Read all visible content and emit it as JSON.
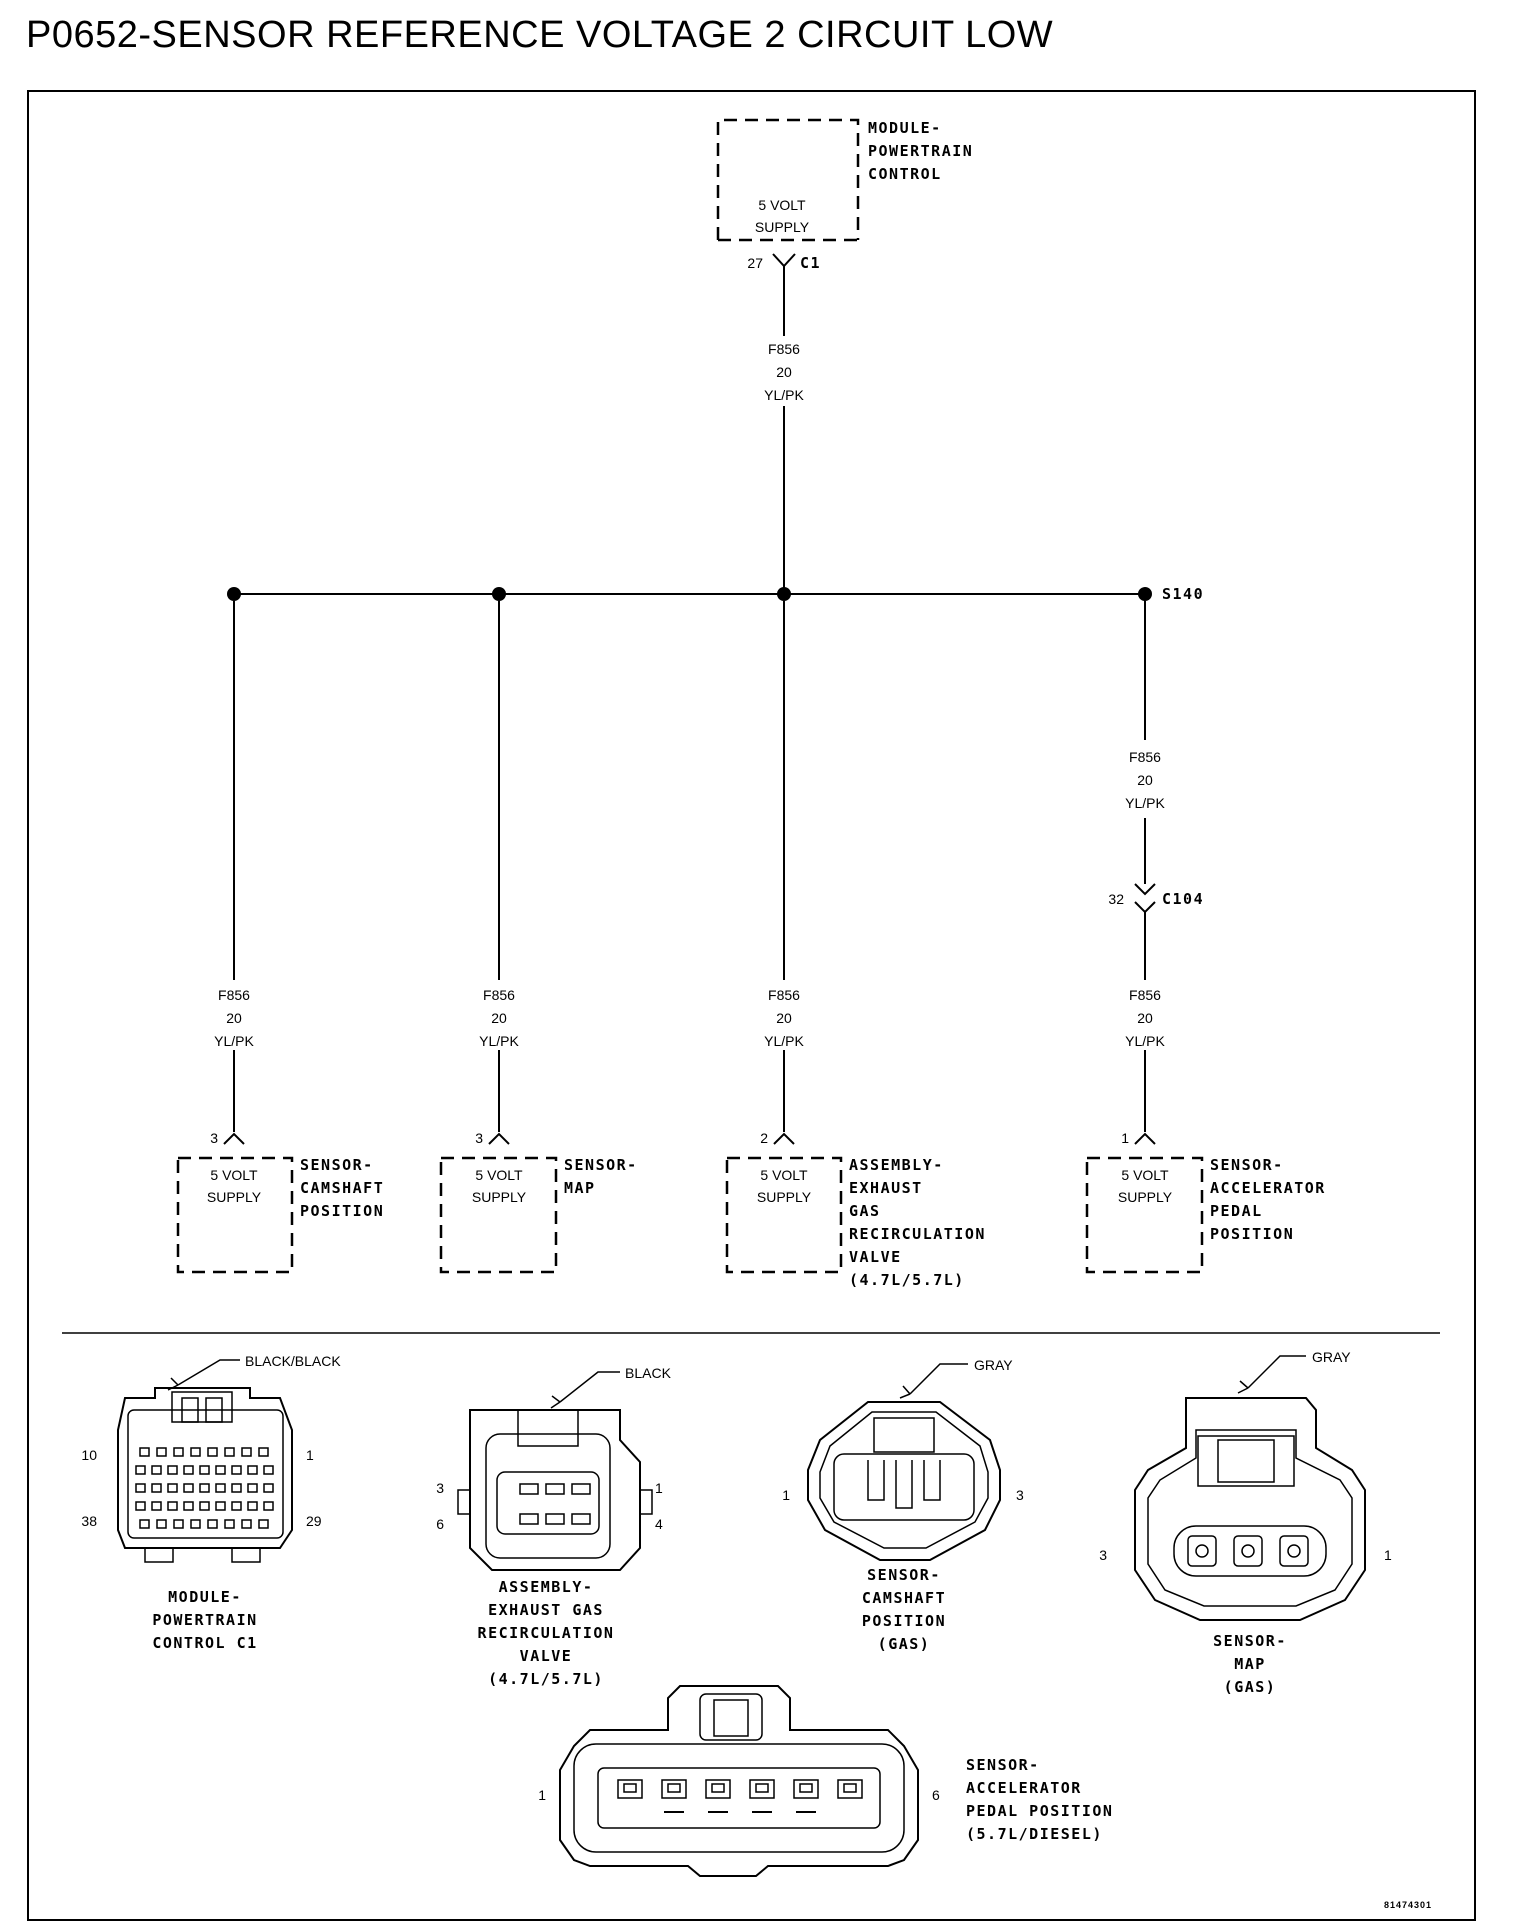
{
  "title": "P0652-SENSOR REFERENCE VOLTAGE 2 CIRCUIT LOW",
  "pcm": {
    "name_lines": [
      "MODULE-",
      "POWERTRAIN",
      "CONTROL"
    ],
    "supply_lines": [
      "5 VOLT",
      "SUPPLY"
    ],
    "pin": "27",
    "connector": "C1"
  },
  "wire": {
    "circuit": "F856",
    "gauge": "20",
    "color": "YL/PK"
  },
  "splice": "S140",
  "inline_connector": {
    "pin": "32",
    "name": "C104"
  },
  "sensors": [
    {
      "pin": "3",
      "supply_lines": [
        "5 VOLT",
        "SUPPLY"
      ],
      "name_lines": [
        "SENSOR-",
        "CAMSHAFT",
        "POSITION"
      ]
    },
    {
      "pin": "3",
      "supply_lines": [
        "5 VOLT",
        "SUPPLY"
      ],
      "name_lines": [
        "SENSOR-",
        "MAP"
      ]
    },
    {
      "pin": "2",
      "supply_lines": [
        "5 VOLT",
        "SUPPLY"
      ],
      "name_lines": [
        "ASSEMBLY-",
        "EXHAUST",
        "GAS",
        "RECIRCULATION",
        "VALVE",
        "(4.7L/5.7L)"
      ]
    },
    {
      "pin": "1",
      "supply_lines": [
        "5 VOLT",
        "SUPPLY"
      ],
      "name_lines": [
        "SENSOR-",
        "ACCELERATOR",
        "PEDAL",
        "POSITION"
      ]
    }
  ],
  "connectors": {
    "pcm_c1": {
      "color": "BLACK/BLACK",
      "pins": [
        "10",
        "1",
        "38",
        "29"
      ],
      "name_lines": [
        "MODULE-",
        "POWERTRAIN",
        "CONTROL C1"
      ]
    },
    "egr": {
      "color": "BLACK",
      "pins": [
        "3",
        "1",
        "6",
        "4"
      ],
      "name_lines": [
        "ASSEMBLY-",
        "EXHAUST GAS",
        "RECIRCULATION",
        "VALVE",
        "(4.7L/5.7L)"
      ]
    },
    "cmp": {
      "color": "GRAY",
      "pins": [
        "1",
        "3"
      ],
      "name_lines": [
        "SENSOR-",
        "CAMSHAFT",
        "POSITION",
        "(GAS)"
      ]
    },
    "map": {
      "color": "GRAY",
      "pins": [
        "3",
        "1"
      ],
      "name_lines": [
        "SENSOR-",
        "MAP",
        "(GAS)"
      ]
    },
    "app": {
      "pins": [
        "1",
        "6"
      ],
      "name_lines": [
        "SENSOR-",
        "ACCELERATOR",
        "PEDAL POSITION",
        "(5.7L/DIESEL)"
      ]
    }
  },
  "figure_id": "81474301"
}
